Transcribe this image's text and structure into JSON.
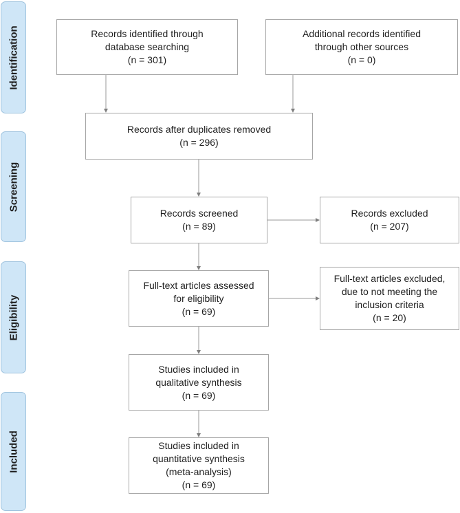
{
  "stages": [
    {
      "label": "Identification"
    },
    {
      "label": "Screening"
    },
    {
      "label": "Eligibility"
    },
    {
      "label": "Included"
    }
  ],
  "boxes": {
    "db_search": {
      "lines": [
        "Records identified through",
        "database searching",
        "(n = 301)"
      ]
    },
    "other_sources": {
      "lines": [
        "Additional records identified",
        "through other sources",
        "(n = 0)"
      ]
    },
    "dedup": {
      "lines": [
        "Records after duplicates removed",
        "(n = 296)"
      ]
    },
    "screened": {
      "lines": [
        "Records screened",
        "(n = 89)"
      ]
    },
    "excluded": {
      "lines": [
        "Records excluded",
        "(n = 207)"
      ]
    },
    "fulltext": {
      "lines": [
        "Full-text articles assessed",
        "for eligibility",
        "(n = 69)"
      ]
    },
    "fulltext_excluded": {
      "lines": [
        "Full-text articles excluded,",
        "due to  not meeting the",
        "inclusion criteria",
        "(n = 20)"
      ]
    },
    "qualitative": {
      "lines": [
        "Studies included in",
        "qualitative synthesis",
        "(n = 69)"
      ]
    },
    "quantitative": {
      "lines": [
        "Studies included in",
        "quantitative synthesis",
        "(meta-analysis)",
        "(n = 69)"
      ]
    }
  }
}
